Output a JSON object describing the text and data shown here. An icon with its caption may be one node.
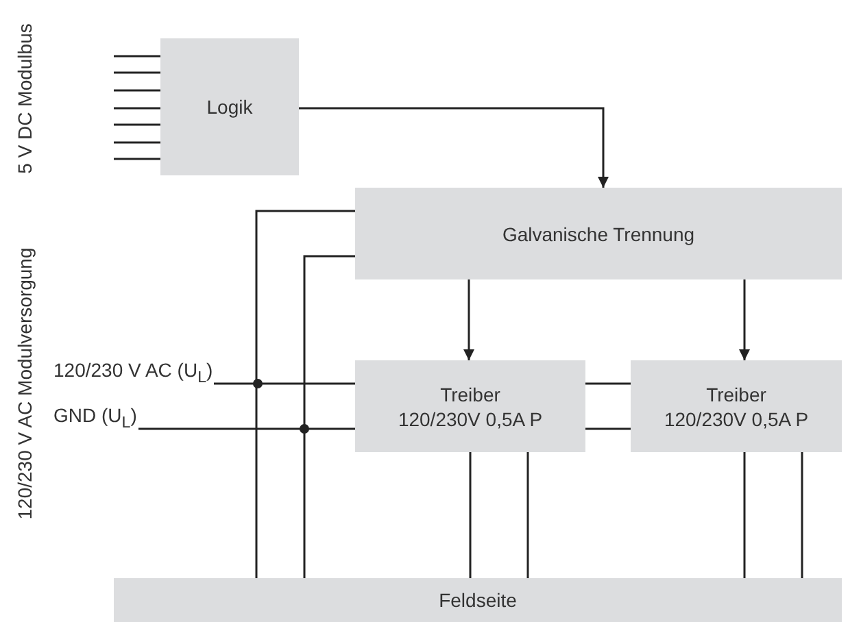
{
  "diagram": {
    "nodes": [
      {
        "text": [
          "Logik"
        ]
      },
      {
        "text": [
          "Galvanische Trennung"
        ]
      },
      {
        "text": [
          "Treiber",
          "120/230V 0,5A P"
        ]
      },
      {
        "text": [
          "Treiber",
          "120/230V 0,5A P"
        ]
      },
      {
        "text": [
          "Feldseite"
        ]
      }
    ],
    "edges": [
      {
        "from": 0,
        "to": 1,
        "arrow": "to"
      },
      {
        "from": 1,
        "to": 2,
        "arrow": "to"
      },
      {
        "from": 1,
        "to": 3,
        "arrow": "to"
      },
      {
        "from": 1,
        "to": 4,
        "arrow": "none"
      },
      {
        "from": 1,
        "to": 4,
        "arrow": "none"
      },
      {
        "from": null,
        "to": 2,
        "arrow": "none",
        "label": "120/230 V AC (U$_{L}$)"
      },
      {
        "from": null,
        "to": 2,
        "arrow": "none",
        "label": "GND (U$_{L}$)"
      },
      {
        "from": 2,
        "to": 3,
        "arrow": "none"
      },
      {
        "from": 2,
        "to": 3,
        "arrow": "none"
      },
      {
        "from": 2,
        "to": 4,
        "arrow": "none"
      },
      {
        "from": 2,
        "to": 4,
        "arrow": "none"
      },
      {
        "from": 3,
        "to": 4,
        "arrow": "none"
      },
      {
        "from": 3,
        "to": 4,
        "arrow": "none"
      },
      {
        "from": null,
        "to": 0,
        "arrow": "none"
      },
      {
        "from": null,
        "to": 0,
        "arrow": "none"
      },
      {
        "from": null,
        "to": 0,
        "arrow": "none"
      },
      {
        "from": null,
        "to": 0,
        "arrow": "none"
      },
      {
        "from": null,
        "to": 0,
        "arrow": "none"
      },
      {
        "from": null,
        "to": 0,
        "arrow": "none"
      },
      {
        "from": null,
        "to": 0,
        "arrow": "none"
      }
    ],
    "labels": [
      "5 V DC Modulbus",
      "120/230 V AC Modulversorgung"
    ]
  }
}
